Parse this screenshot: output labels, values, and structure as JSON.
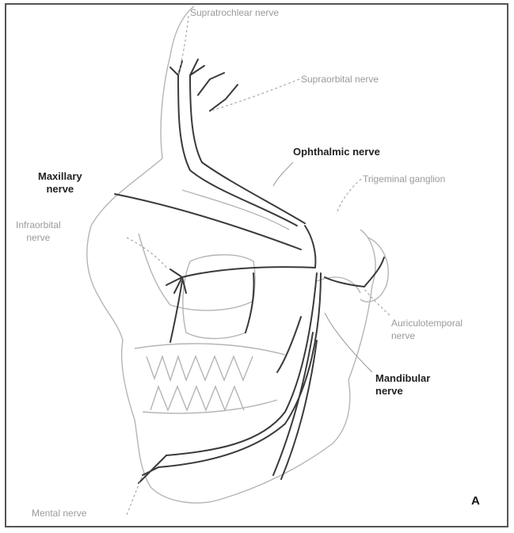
{
  "labels": {
    "supratrochlear": "Supratrochlear nerve",
    "supraorbital": "Supraorbital nerve",
    "ophthalmic": "Ophthalmic nerve",
    "trigeminal_ganglion": "Trigeminal ganglion",
    "maxillary_line1": "Maxillary",
    "maxillary_line2": "nerve",
    "infraorbital_line1": "Infraorbital",
    "infraorbital_line2": "nerve",
    "auriculotemporal_line1": "Auriculotemporal",
    "auriculotemporal_line2": "nerve",
    "mandibular_line1": "Mandibular",
    "mandibular_line2": "nerve",
    "mental": "Mental nerve"
  },
  "panel_letter": "A",
  "colors": {
    "nerve": "#3a3a3a",
    "outline": "#b5b5b5",
    "faint_text": "#9a9a9a",
    "leader": "#9a9a9a"
  }
}
